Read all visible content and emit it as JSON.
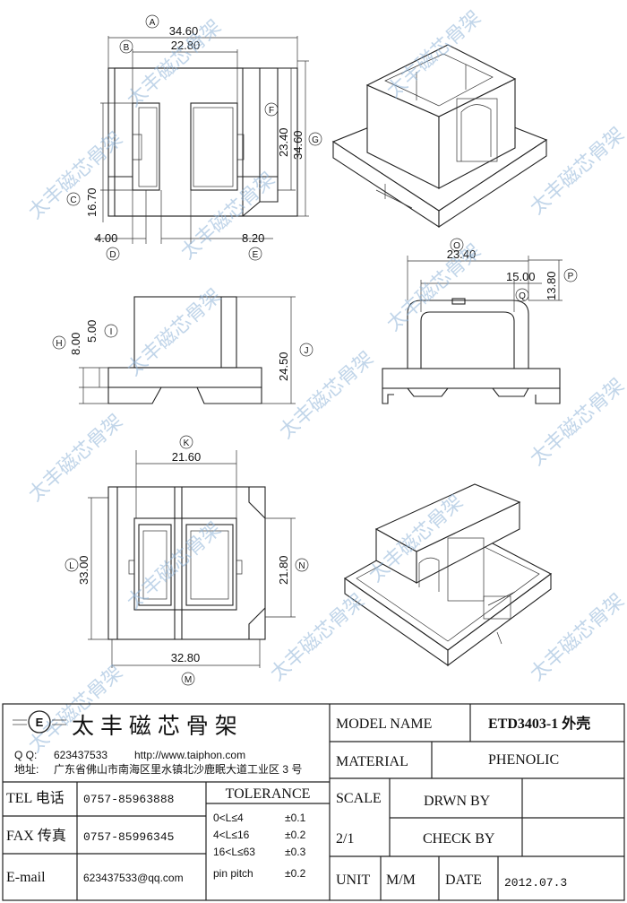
{
  "dimensions": {
    "A": {
      "label": "A",
      "value": "34.60"
    },
    "B": {
      "label": "B",
      "value": "22.80"
    },
    "C": {
      "label": "C",
      "value": "16.70"
    },
    "D": {
      "label": "D",
      "value": "4.00"
    },
    "E": {
      "label": "E",
      "value": "8.20"
    },
    "F": {
      "label": "F",
      "value": "23.40"
    },
    "G": {
      "label": "G",
      "value": "34.60"
    },
    "H": {
      "label": "H",
      "value": "8.00"
    },
    "I": {
      "label": "I",
      "value": "5.00"
    },
    "J": {
      "label": "J",
      "value": "24.50"
    },
    "K": {
      "label": "K",
      "value": "21.60"
    },
    "L": {
      "label": "L",
      "value": "33.00"
    },
    "M": {
      "label": "M",
      "value": "32.80"
    },
    "N": {
      "label": "N",
      "value": "21.80"
    },
    "O": {
      "label": "O",
      "value": "23.40"
    },
    "P": {
      "label": "P",
      "value": "13.80"
    },
    "Q": {
      "label": "Q",
      "value": "15.00"
    }
  },
  "watermark": {
    "text": "太丰磁芯骨架"
  },
  "title_block": {
    "logo_icon": "company-logo-icon",
    "company_name": "太 丰 磁 芯 骨 架",
    "qq_label": "Q Q:",
    "qq_value": "623437533",
    "website": "http://www.taiphon.com",
    "address_label": "地址:",
    "address_value": "广东省佛山市南海区里水镇北沙鹿眠大道工业区 3 号",
    "tel_label": "TEL 电话",
    "tel_value": "0757-85963888",
    "fax_label": "FAX 传真",
    "fax_value": "0757-85996345",
    "email_label": "E-mail",
    "email_value": "623437533@qq.com",
    "tolerance_header": "TOLERANCE",
    "tolerance_rows": [
      {
        "range": "0<L≤4",
        "value": "±0.1"
      },
      {
        "range": "4<L≤16",
        "value": "±0.2"
      },
      {
        "range": "16<L≤63",
        "value": "±0.3"
      },
      {
        "range": "pin pitch",
        "value": "±0.2"
      }
    ],
    "model_name_label": "MODEL NAME",
    "model_name_value": "ETD3403-1 外壳",
    "material_label": "MATERIAL",
    "material_value": "PHENOLIC",
    "scale_label": "SCALE",
    "scale_value": "2/1",
    "drawn_by_label": "DRWN BY",
    "check_by_label": "CHECK BY",
    "unit_label": "UNIT",
    "unit_value": "M/M",
    "date_label": "DATE",
    "date_value": "2012.07.3"
  }
}
